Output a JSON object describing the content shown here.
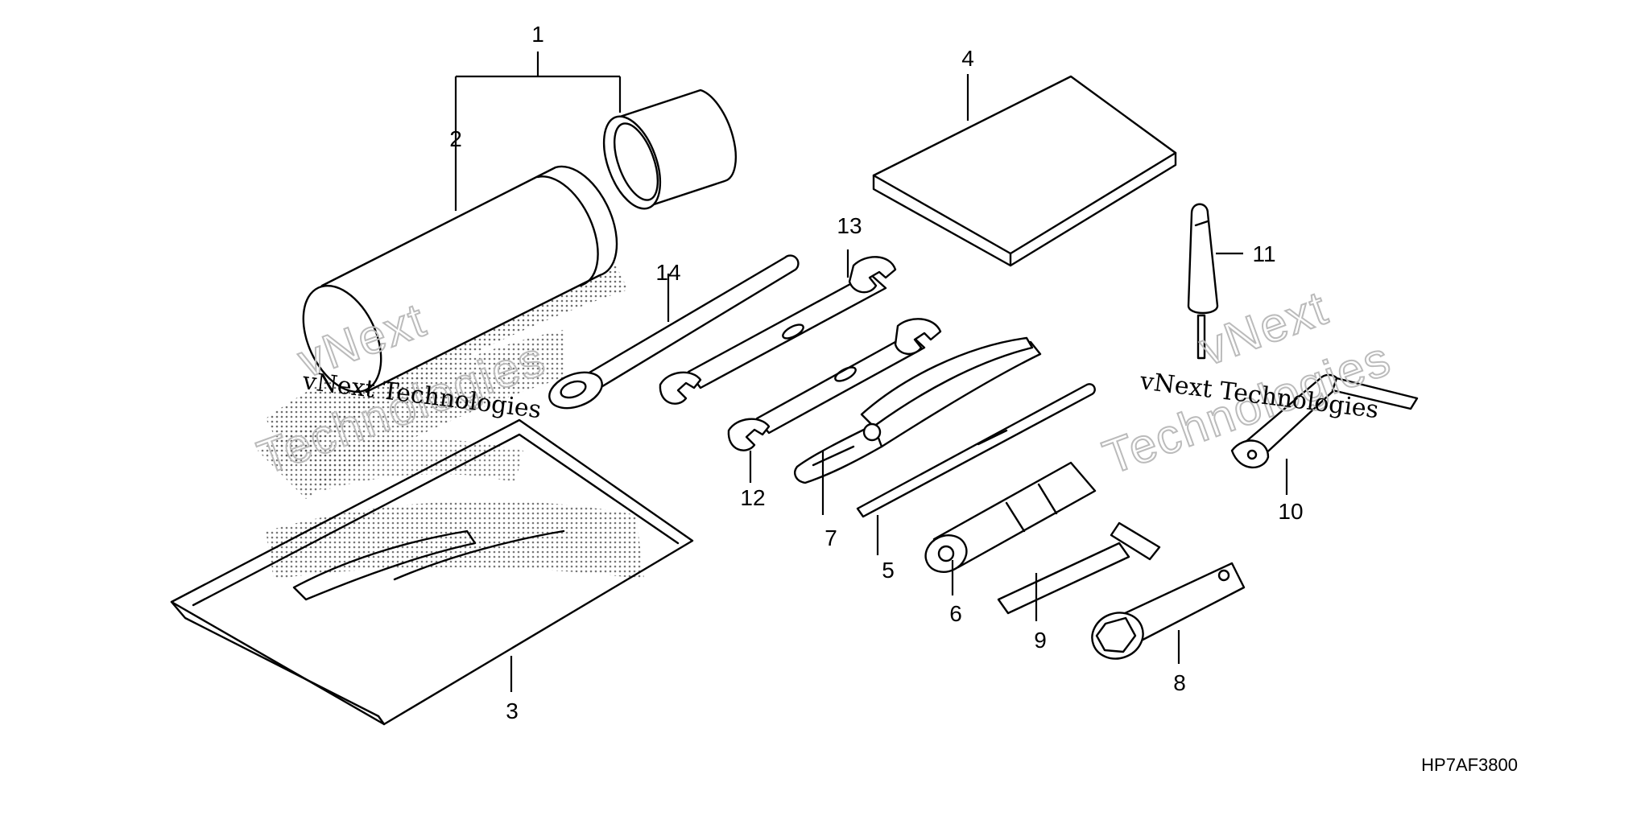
{
  "diagram": {
    "code": "HP7AF3800",
    "callouts": {
      "c1": "1",
      "c2": "2",
      "c3": "3",
      "c4": "4",
      "c5": "5",
      "c6": "6",
      "c7": "7",
      "c8": "8",
      "c9": "9",
      "c10": "10",
      "c11": "11",
      "c12": "12",
      "c13": "13",
      "c14": "14"
    },
    "watermark": {
      "small": "vNext Technologies",
      "vnext": "vNext",
      "technologies": "Technologies"
    },
    "colors": {
      "ink": "#000000",
      "background": "#ffffff",
      "watermark_outline": "#bbbbbb",
      "dots": "#555555"
    }
  }
}
